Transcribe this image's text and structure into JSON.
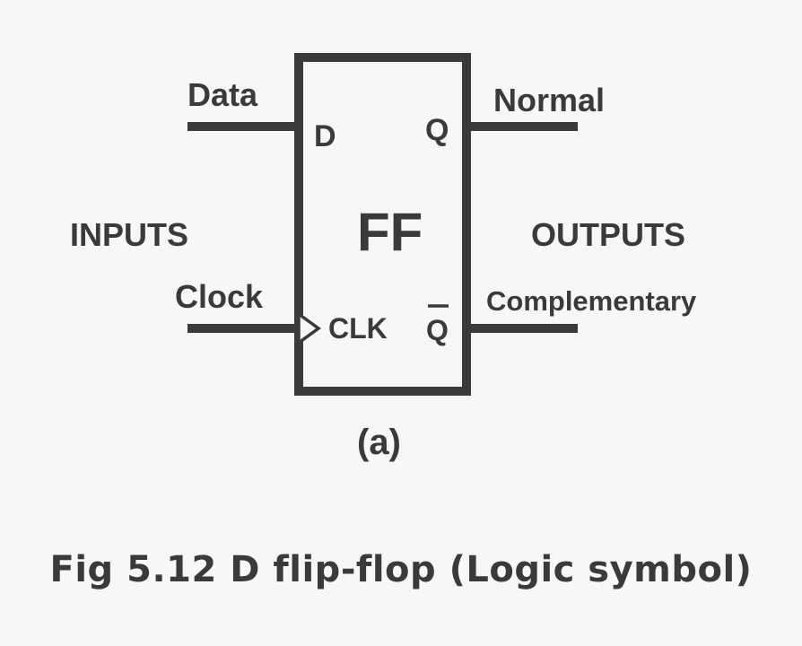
{
  "colors": {
    "background": "#f7f7f7",
    "ink": "#3a3a3a"
  },
  "block": {
    "label": "FF",
    "ports": {
      "d": "D",
      "clk": "CLK",
      "q": "Q",
      "q_bar": "Q"
    }
  },
  "signals": {
    "data": "Data",
    "clock": "Clock",
    "normal": "Normal",
    "complementary": "Complementary"
  },
  "groups": {
    "inputs": "INPUTS",
    "outputs": "OUTPUTS"
  },
  "sub_caption": "(a)",
  "caption": "Fig 5.12 D flip-flop (Logic symbol)"
}
